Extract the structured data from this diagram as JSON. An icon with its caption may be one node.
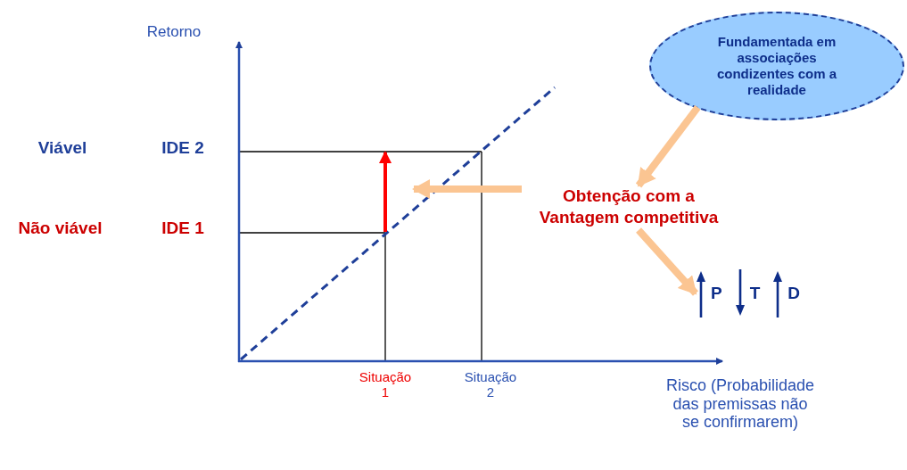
{
  "diagram": {
    "nodes": [
      {
        "text": [
          "Fundamentada em associações condizentes com a realidade"
        ]
      },
      {
        "text": [
          "Obtenção com a Vantagem competitiva"
        ]
      },
      {
        "text": [
          "P",
          "T",
          "D"
        ]
      }
    ],
    "edges": [
      {
        "from": 0,
        "to": 1,
        "arrow": "to"
      },
      {
        "from": 1,
        "to": null,
        "arrow": "to"
      },
      {
        "from": 1,
        "to": 2,
        "arrow": "to"
      }
    ],
    "labels": [
      "Retorno",
      "Viável",
      "IDE 2",
      "Não viável",
      "IDE 1",
      "Situação 1",
      "Situação 2",
      "Risco (Probabilidade das premissas não se confirmarem)"
    ]
  }
}
